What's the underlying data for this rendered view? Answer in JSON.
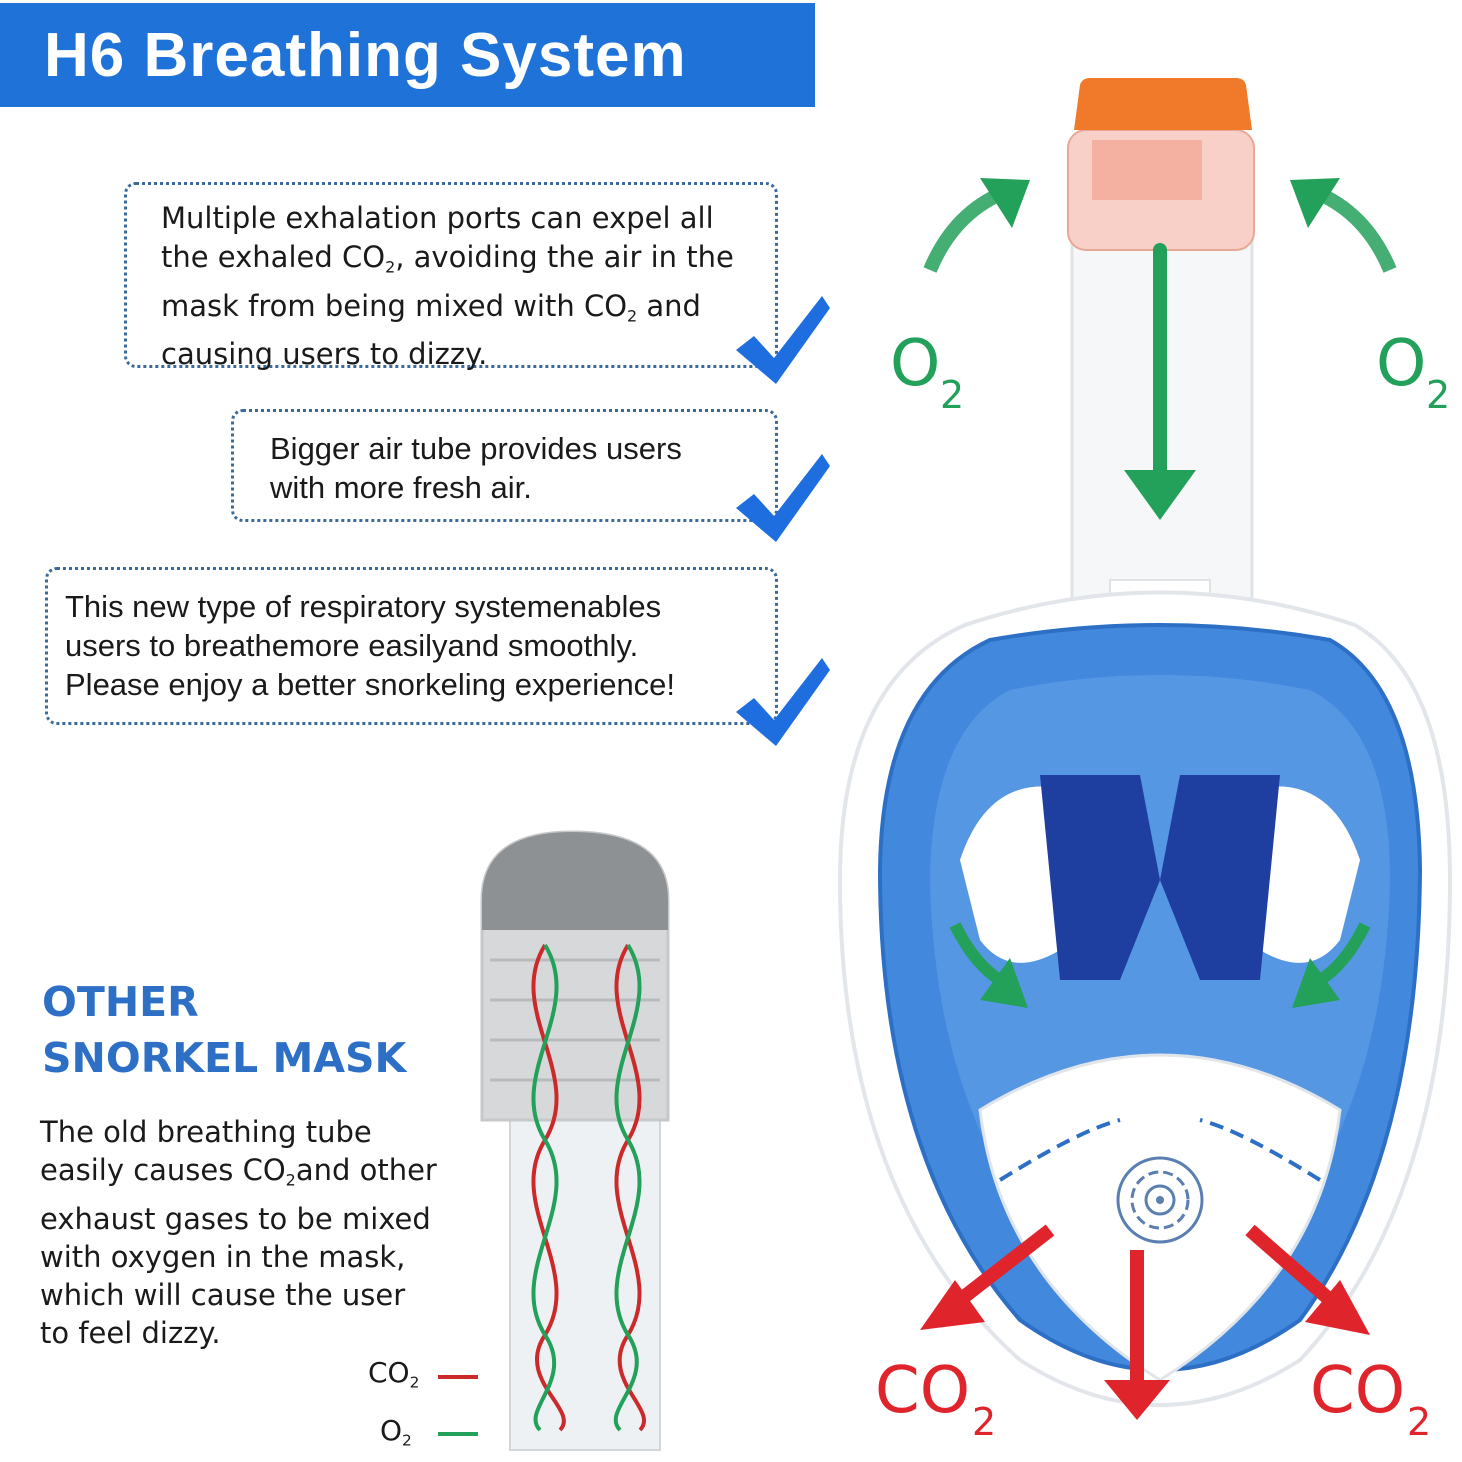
{
  "title": "H6 Breathing System",
  "features": [
    {
      "line1": "Multiple exhalation ports can expel all",
      "line2a": "the exhaled CO",
      "line2sub": "2",
      "line2b": ", avoiding the air in the",
      "line3a": "mask from being mixed with CO",
      "line3sub": "2",
      "line3b": " and",
      "line4": "causing users to dizzy."
    },
    {
      "line1": "Bigger air tube provides users",
      "line2": "with more fresh air."
    },
    {
      "line1": "This new type of respiratory systemenables",
      "line2": "users to breathemore easilyand smoothly.",
      "line3": "Please enjoy a better snorkeling experience!"
    }
  ],
  "other": {
    "title_line1": "OTHER",
    "title_line2": "SNORKEL MASK",
    "desc_line1": "The old breathing tube",
    "desc_line2a": "easily causes CO",
    "desc_line2sub": "2",
    "desc_line2b": "and other",
    "desc_line3": "exhaust gases to be mixed",
    "desc_line4": "with oxygen in the mask,",
    "desc_line5": "which will cause the user",
    "desc_line6": "to feel dizzy."
  },
  "legend": {
    "co2_main": "CO",
    "co2_sub": "2",
    "o2_main": "O",
    "o2_sub": "2"
  },
  "gas_labels": {
    "o2_main": "O",
    "o2_sub": "2",
    "co2_main": "CO",
    "co2_sub": "2"
  },
  "colors": {
    "banner": "#1f73d8",
    "check": "#1f6ee0",
    "o2_green": "#23a05a",
    "co2_red": "#e0242c",
    "mask_blue": "#3a7fd6",
    "snorkel_cap": "#f07a2a"
  },
  "icons": [
    "check-icon",
    "o2-arrow-icon",
    "co2-arrow-icon"
  ]
}
